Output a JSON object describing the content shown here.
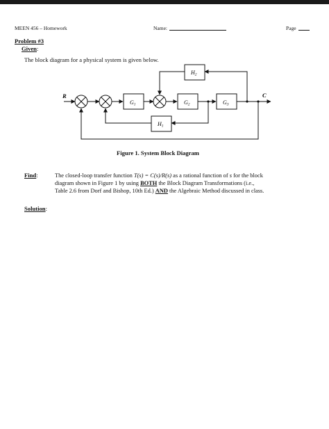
{
  "header": {
    "course": "MEEN 456 – Homework",
    "name_label": "Name:",
    "page_label": "Page"
  },
  "problem": {
    "title": "Problem #3",
    "given_label": "Given",
    "given_text": "The block diagram for a physical system is given below."
  },
  "figure": {
    "caption": "Figure 1.  System Block Diagram",
    "input_label": "R",
    "output_label": "C",
    "blocks": {
      "g1": "G",
      "g1_sub": "1",
      "g2": "G",
      "g2_sub": "2",
      "g3": "G",
      "g3_sub": "3",
      "h1": "H",
      "h1_sub": "1",
      "h2": "H",
      "h2_sub": "2"
    }
  },
  "find": {
    "label": "Find",
    "line1_a": "The closed-loop transfer function ",
    "line1_b": "T(s) = C(s)/R(s)",
    "line1_c": " as a rational function of ",
    "line1_d": "s",
    "line1_e": " for the block",
    "line2_a": "diagram shown in Figure 1 by using ",
    "line2_b": "BOTH",
    "line2_c": " the Block Diagram Transformations (i.e.,",
    "line3_a": "Table 2.6 from Dorf and Bishop, 10th Ed.) ",
    "line3_b": "AND",
    "line3_c": " the Algebraic Method discussed in class."
  },
  "solution": {
    "label": "Solution"
  }
}
